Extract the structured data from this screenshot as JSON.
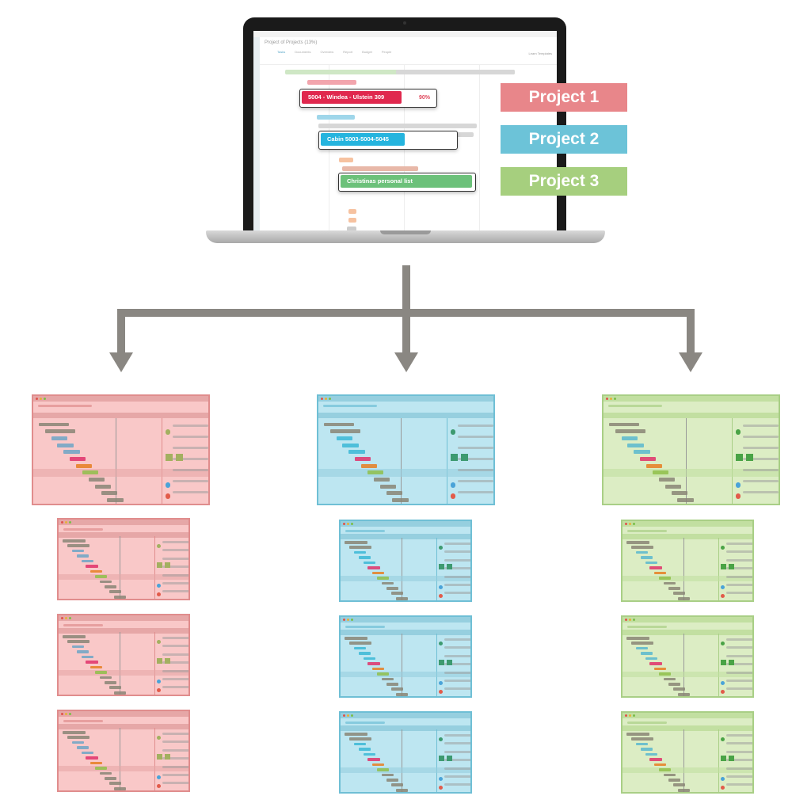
{
  "laptop": {
    "app_title": "Project of Projects (13%)",
    "tabs": [
      "Tasks",
      "Documents",
      "Overview",
      "Report",
      "Budget",
      "People"
    ],
    "header_right": "Learn Templates",
    "tasks": [
      {
        "label": "5004 - Windea - Ulstein 309",
        "percent": "90%",
        "color": "#e0284e"
      },
      {
        "label": "Cabin 5003-5004-5045",
        "percent": "",
        "color": "#25b4de"
      },
      {
        "label": "Christinas personal list",
        "percent": "",
        "color": "#6cc17a"
      }
    ]
  },
  "legend": [
    {
      "label": "Project 1",
      "color": "#e8868a"
    },
    {
      "label": "Project 2",
      "color": "#6cc3d8"
    },
    {
      "label": "Project 3",
      "color": "#a6cf7e"
    }
  ],
  "colors": {
    "arrow": "#8a8782",
    "project1": {
      "bg": "#f9c8c8",
      "border": "#e08d8d",
      "bar": "#e6a7a7"
    },
    "project2": {
      "bg": "#bde6f1",
      "border": "#6fbfd5",
      "bar": "#96cfdf"
    },
    "project3": {
      "bg": "#dcedc4",
      "border": "#a9cf86",
      "bar": "#c2dfa1"
    }
  }
}
